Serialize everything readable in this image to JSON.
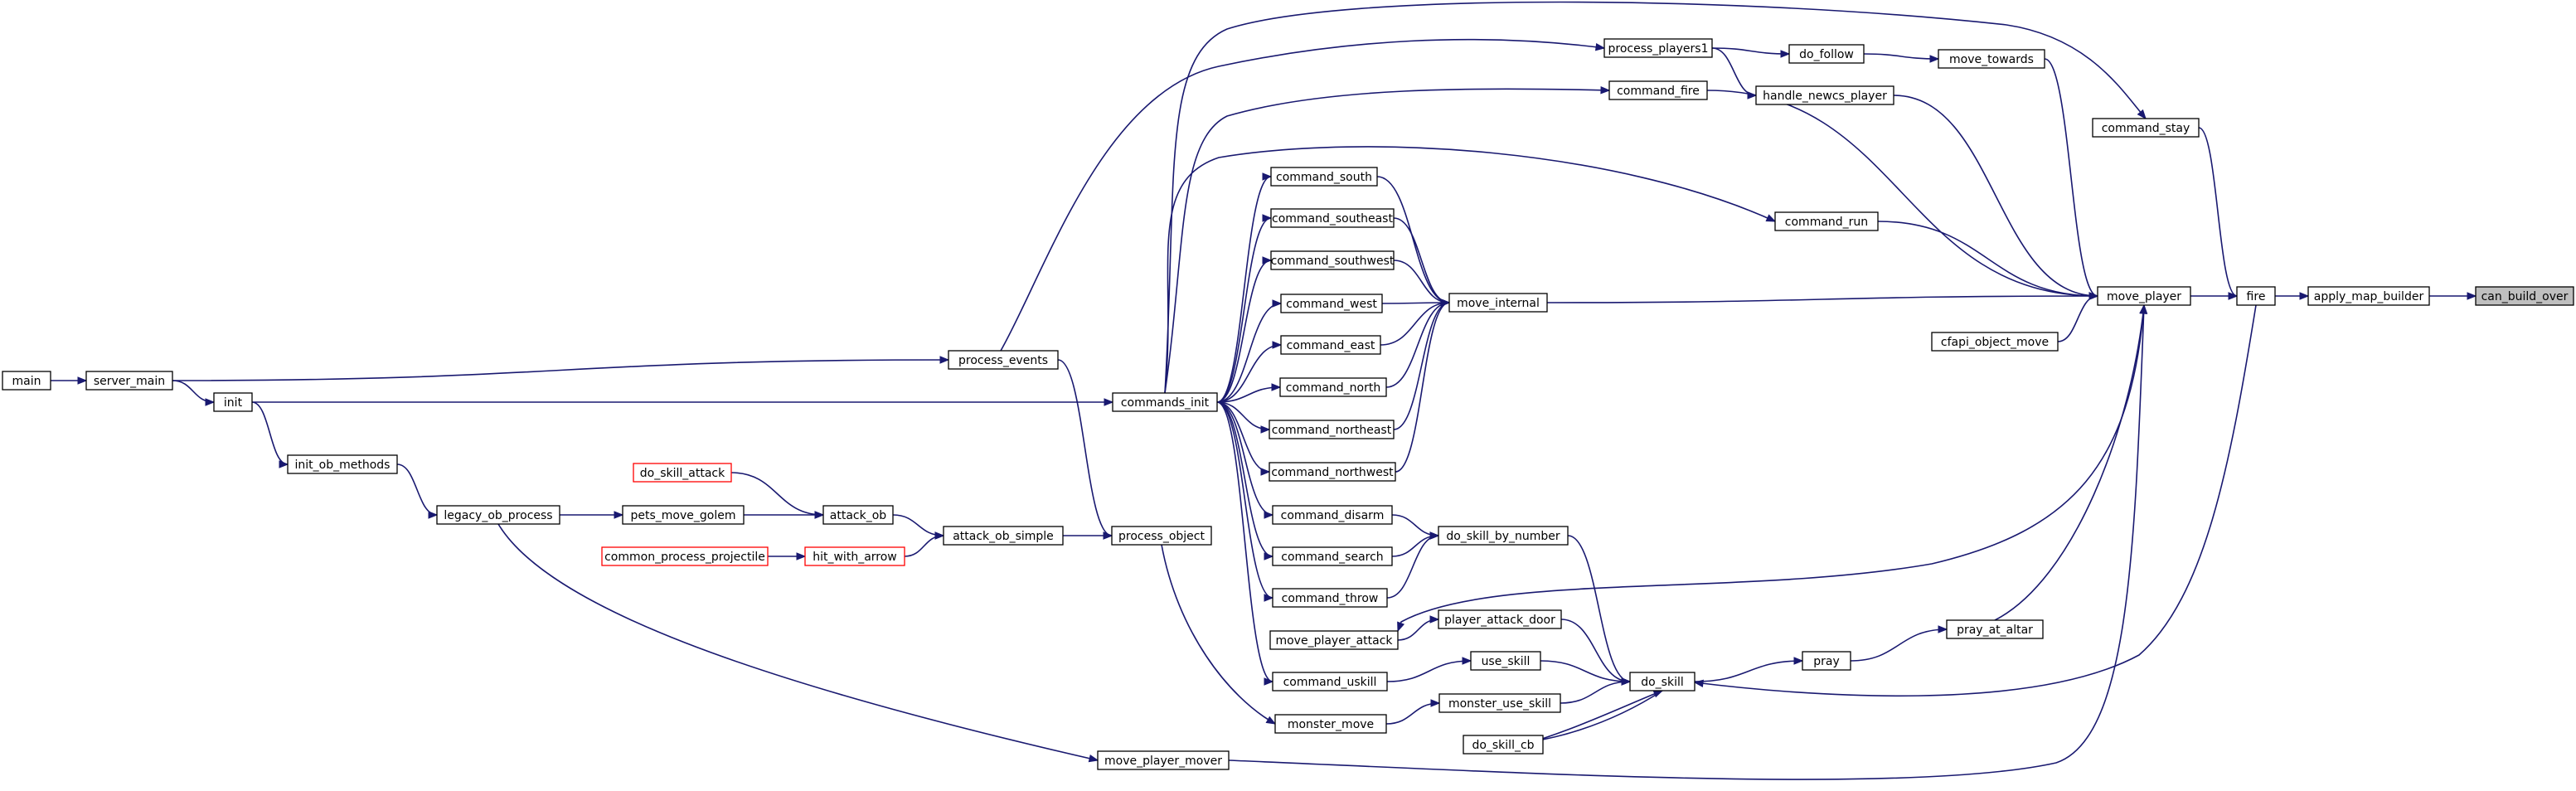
{
  "nodes": [
    {
      "id": "main",
      "label": "main"
    },
    {
      "id": "server_main",
      "label": "server_main"
    },
    {
      "id": "init",
      "label": "init"
    },
    {
      "id": "init_ob_methods",
      "label": "init_ob_methods"
    },
    {
      "id": "legacy_ob_process",
      "label": "legacy_ob_process"
    },
    {
      "id": "do_skill_attack",
      "label": "do_skill_attack",
      "style": "red"
    },
    {
      "id": "pets_move_golem",
      "label": "pets_move_golem"
    },
    {
      "id": "common_process_projectile",
      "label": "common_process_projectile",
      "style": "red"
    },
    {
      "id": "hit_with_arrow",
      "label": "hit_with_arrow",
      "style": "red"
    },
    {
      "id": "attack_ob",
      "label": "attack_ob"
    },
    {
      "id": "attack_ob_simple",
      "label": "attack_ob_simple"
    },
    {
      "id": "process_events",
      "label": "process_events"
    },
    {
      "id": "process_object",
      "label": "process_object"
    },
    {
      "id": "commands_init",
      "label": "commands_init"
    },
    {
      "id": "move_player_mover",
      "label": "move_player_mover"
    },
    {
      "id": "command_south",
      "label": "command_south"
    },
    {
      "id": "command_southeast",
      "label": "command_southeast"
    },
    {
      "id": "command_southwest",
      "label": "command_southwest"
    },
    {
      "id": "command_west",
      "label": "command_west"
    },
    {
      "id": "command_east",
      "label": "command_east"
    },
    {
      "id": "command_north",
      "label": "command_north"
    },
    {
      "id": "command_northeast",
      "label": "command_northeast"
    },
    {
      "id": "command_northwest",
      "label": "command_northwest"
    },
    {
      "id": "command_disarm",
      "label": "command_disarm"
    },
    {
      "id": "command_search",
      "label": "command_search"
    },
    {
      "id": "command_throw",
      "label": "command_throw"
    },
    {
      "id": "move_player_attack",
      "label": "move_player_attack"
    },
    {
      "id": "command_uskill",
      "label": "command_uskill"
    },
    {
      "id": "monster_move",
      "label": "monster_move"
    },
    {
      "id": "move_internal",
      "label": "move_internal"
    },
    {
      "id": "do_skill_by_number",
      "label": "do_skill_by_number"
    },
    {
      "id": "player_attack_door",
      "label": "player_attack_door"
    },
    {
      "id": "use_skill",
      "label": "use_skill"
    },
    {
      "id": "monster_use_skill",
      "label": "monster_use_skill"
    },
    {
      "id": "do_skill_cb",
      "label": "do_skill_cb"
    },
    {
      "id": "process_players1",
      "label": "process_players1"
    },
    {
      "id": "command_fire",
      "label": "command_fire"
    },
    {
      "id": "do_skill",
      "label": "do_skill"
    },
    {
      "id": "do_follow",
      "label": "do_follow"
    },
    {
      "id": "handle_newcs_player",
      "label": "handle_newcs_player"
    },
    {
      "id": "command_run",
      "label": "command_run"
    },
    {
      "id": "pray",
      "label": "pray"
    },
    {
      "id": "move_towards",
      "label": "move_towards"
    },
    {
      "id": "cfapi_object_move",
      "label": "cfapi_object_move"
    },
    {
      "id": "pray_at_altar",
      "label": "pray_at_altar"
    },
    {
      "id": "command_stay",
      "label": "command_stay"
    },
    {
      "id": "move_player",
      "label": "move_player"
    },
    {
      "id": "fire",
      "label": "fire"
    },
    {
      "id": "apply_map_builder",
      "label": "apply_map_builder"
    },
    {
      "id": "can_build_over",
      "label": "can_build_over",
      "style": "root"
    }
  ],
  "edges": [
    [
      "main",
      "server_main"
    ],
    [
      "server_main",
      "init"
    ],
    [
      "server_main",
      "process_events"
    ],
    [
      "init",
      "init_ob_methods"
    ],
    [
      "init",
      "commands_init"
    ],
    [
      "init_ob_methods",
      "legacy_ob_process"
    ],
    [
      "legacy_ob_process",
      "pets_move_golem"
    ],
    [
      "legacy_ob_process",
      "move_player_mover"
    ],
    [
      "do_skill_attack",
      "attack_ob"
    ],
    [
      "pets_move_golem",
      "attack_ob"
    ],
    [
      "common_process_projectile",
      "hit_with_arrow"
    ],
    [
      "hit_with_arrow",
      "attack_ob_simple"
    ],
    [
      "attack_ob",
      "attack_ob_simple"
    ],
    [
      "attack_ob_simple",
      "process_object"
    ],
    [
      "process_events",
      "process_object"
    ],
    [
      "process_events",
      "process_players1"
    ],
    [
      "process_object",
      "monster_move"
    ],
    [
      "commands_init",
      "command_south"
    ],
    [
      "commands_init",
      "command_southeast"
    ],
    [
      "commands_init",
      "command_southwest"
    ],
    [
      "commands_init",
      "command_west"
    ],
    [
      "commands_init",
      "command_east"
    ],
    [
      "commands_init",
      "command_north"
    ],
    [
      "commands_init",
      "command_northeast"
    ],
    [
      "commands_init",
      "command_northwest"
    ],
    [
      "commands_init",
      "command_disarm"
    ],
    [
      "commands_init",
      "command_search"
    ],
    [
      "commands_init",
      "command_throw"
    ],
    [
      "commands_init",
      "command_uskill"
    ],
    [
      "commands_init",
      "command_fire"
    ],
    [
      "commands_init",
      "command_run"
    ],
    [
      "commands_init",
      "command_stay"
    ],
    [
      "command_south",
      "move_internal"
    ],
    [
      "command_southeast",
      "move_internal"
    ],
    [
      "command_southwest",
      "move_internal"
    ],
    [
      "command_west",
      "move_internal"
    ],
    [
      "command_east",
      "move_internal"
    ],
    [
      "command_north",
      "move_internal"
    ],
    [
      "command_northeast",
      "move_internal"
    ],
    [
      "command_northwest",
      "move_internal"
    ],
    [
      "command_disarm",
      "do_skill_by_number"
    ],
    [
      "command_search",
      "do_skill_by_number"
    ],
    [
      "command_throw",
      "do_skill_by_number"
    ],
    [
      "command_uskill",
      "use_skill"
    ],
    [
      "monster_move",
      "monster_use_skill"
    ],
    [
      "do_skill_by_number",
      "do_skill"
    ],
    [
      "move_player_attack",
      "player_attack_door"
    ],
    [
      "player_attack_door",
      "do_skill"
    ],
    [
      "use_skill",
      "do_skill"
    ],
    [
      "monster_use_skill",
      "do_skill"
    ],
    [
      "do_skill",
      "do_skill_cb"
    ],
    [
      "do_skill_cb",
      "do_skill"
    ],
    [
      "do_skill",
      "pray"
    ],
    [
      "pray",
      "pray_at_altar"
    ],
    [
      "pray_at_altar",
      "move_player"
    ],
    [
      "process_players1",
      "do_follow"
    ],
    [
      "process_players1",
      "handle_newcs_player"
    ],
    [
      "do_follow",
      "move_towards"
    ],
    [
      "move_towards",
      "move_player"
    ],
    [
      "handle_newcs_player",
      "move_player"
    ],
    [
      "command_fire",
      "move_player"
    ],
    [
      "command_run",
      "move_player"
    ],
    [
      "move_internal",
      "move_player"
    ],
    [
      "cfapi_object_move",
      "move_player"
    ],
    [
      "move_player_mover",
      "move_player"
    ],
    [
      "move_player",
      "move_player_attack"
    ],
    [
      "command_stay",
      "fire"
    ],
    [
      "move_player",
      "fire"
    ],
    [
      "fire",
      "do_skill"
    ],
    [
      "fire",
      "apply_map_builder"
    ],
    [
      "apply_map_builder",
      "can_build_over"
    ]
  ]
}
